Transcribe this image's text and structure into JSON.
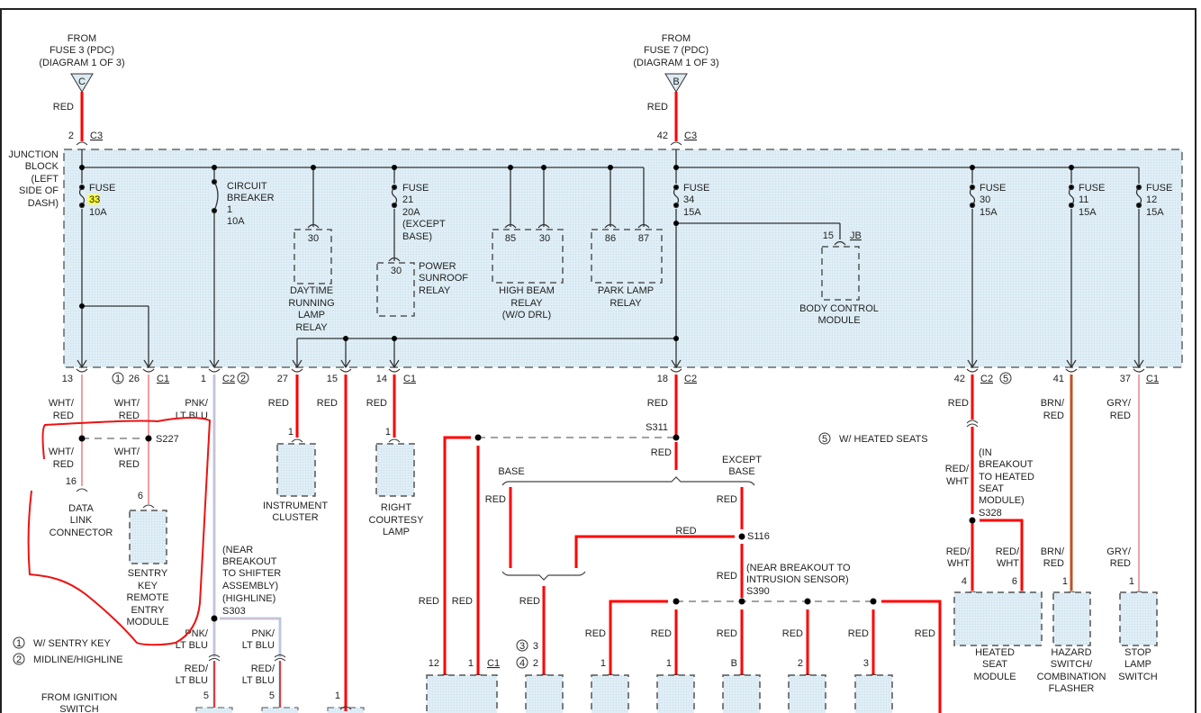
{
  "sources": {
    "left": {
      "lines": [
        "FROM",
        "FUSE 3 (PDC)",
        "(DIAGRAM 1 OF 3)"
      ],
      "marker": "C",
      "wire": "RED",
      "pin": "2",
      "connector": "C3"
    },
    "right": {
      "lines": [
        "FROM",
        "FUSE 7 (PDC)",
        "(DIAGRAM 1 OF 3)"
      ],
      "marker": "B",
      "wire": "RED",
      "pin": "42",
      "connector": "C3"
    }
  },
  "junction_block": {
    "lines": [
      "JUNCTION",
      "BLOCK",
      "(LEFT",
      "SIDE OF",
      "DASH)"
    ]
  },
  "fuses": [
    {
      "id": "fuse-33",
      "lines": [
        "FUSE",
        "33",
        "10A"
      ],
      "highlight": "33"
    },
    {
      "id": "circuit-breaker-1",
      "lines": [
        "CIRCUIT",
        "BREAKER",
        "1",
        "10A"
      ]
    },
    {
      "id": "fuse-21",
      "lines": [
        "FUSE",
        "21",
        "20A",
        "(EXCEPT",
        "BASE)"
      ]
    },
    {
      "id": "fuse-34",
      "lines": [
        "FUSE",
        "34",
        "15A"
      ]
    },
    {
      "id": "fuse-30",
      "lines": [
        "FUSE",
        "30",
        "15A"
      ]
    },
    {
      "id": "fuse-11",
      "lines": [
        "FUSE",
        "11",
        "15A"
      ]
    },
    {
      "id": "fuse-12",
      "lines": [
        "FUSE",
        "12",
        "15A"
      ]
    }
  ],
  "internal_components": [
    {
      "id": "drl-relay",
      "pins": [
        "30"
      ],
      "lines": [
        "DAYTIME",
        "RUNNING",
        "LAMP",
        "RELAY"
      ]
    },
    {
      "id": "sunroof-relay",
      "pins": [
        "30"
      ],
      "lines": [
        "POWER",
        "SUNROOF",
        "RELAY"
      ]
    },
    {
      "id": "high-beam-relay",
      "pins": [
        "85",
        "30"
      ],
      "lines": [
        "HIGH BEAM",
        "RELAY",
        "(W/O DRL)"
      ]
    },
    {
      "id": "park-lamp-relay",
      "pins": [
        "86",
        "87"
      ],
      "lines": [
        "PARK LAMP",
        "RELAY"
      ]
    },
    {
      "id": "body-control-module",
      "pins": [
        "15"
      ],
      "connector": "JB",
      "lines": [
        "BODY CONTROL",
        "MODULE"
      ]
    }
  ],
  "outputs": [
    {
      "pin": "13",
      "wire": [
        "WHT/",
        "RED"
      ]
    },
    {
      "pin": "26",
      "connector": "C1",
      "note": "1",
      "wire": [
        "WHT/",
        "RED"
      ]
    },
    {
      "pin": "1",
      "connector": "C2",
      "note": "2",
      "wire": [
        "PNK/",
        "LT BLU"
      ]
    },
    {
      "pin": "27",
      "wire": [
        "RED"
      ]
    },
    {
      "pin": "15",
      "wire": [
        "RED"
      ]
    },
    {
      "pin": "14",
      "connector": "C1",
      "wire": [
        "RED"
      ]
    },
    {
      "pin": "18",
      "connector": "C2",
      "wire": [
        "RED"
      ]
    },
    {
      "pin": "42",
      "connector": "C2",
      "note": "5",
      "wire": [
        "RED"
      ]
    },
    {
      "pin": "41",
      "wire": [
        "BRN/",
        "RED"
      ]
    },
    {
      "pin": "37",
      "connector": "C1",
      "wire": [
        "GRY/",
        "RED"
      ]
    }
  ],
  "splices": {
    "s227": "S227",
    "s303": {
      "lines": [
        "(NEAR",
        "BREAKOUT",
        "TO SHIFTER",
        "ASSEMBLY)",
        "(HIGHLINE)",
        "S303"
      ]
    },
    "s311": "S311",
    "s116": "S116",
    "s390": {
      "lines": [
        "(NEAR BREAKOUT TO",
        "INTRUSION SENSOR)",
        "S390"
      ]
    },
    "s328": {
      "lines": [
        "(IN",
        "BREAKOUT",
        "TO HEATED",
        "SEAT",
        "MODULE)",
        "S328"
      ]
    }
  },
  "wire_labels": {
    "wht_red": [
      "WHT/",
      "RED"
    ],
    "pnk_ltblu": [
      "PNK/",
      "LT BLU"
    ],
    "red_ltblu": [
      "RED/",
      "LT BLU"
    ],
    "red_wht": [
      "RED/",
      "WHT"
    ],
    "brn_red": [
      "BRN/",
      "RED"
    ],
    "gry_red": [
      "GRY/",
      "RED"
    ],
    "red": "RED",
    "base": "BASE",
    "except_base": [
      "EXCEPT",
      "BASE"
    ]
  },
  "devices": [
    {
      "id": "data-link-connector",
      "pin": "16",
      "lines": [
        "DATA",
        "LINK",
        "CONNECTOR"
      ]
    },
    {
      "id": "sentry-key-module",
      "pin": "6",
      "lines": [
        "SENTRY",
        "KEY",
        "REMOTE",
        "ENTRY",
        "MODULE"
      ]
    },
    {
      "id": "instrument-cluster",
      "pin": "1",
      "lines": [
        "INSTRUMENT",
        "CLUSTER"
      ]
    },
    {
      "id": "right-courtesy-lamp",
      "pin": "1",
      "lines": [
        "RIGHT",
        "COURTESY",
        "LAMP"
      ]
    },
    {
      "id": "heated-seat-module",
      "pins": [
        "4",
        "6"
      ],
      "lines": [
        "HEATED",
        "SEAT",
        "MODULE"
      ]
    },
    {
      "id": "hazard-switch",
      "pin": "1",
      "lines": [
        "HAZARD",
        "SWITCH/",
        "COMBINATION",
        "FLASHER"
      ]
    },
    {
      "id": "stop-lamp-switch",
      "pin": "1",
      "lines": [
        "STOP",
        "LAMP",
        "SWITCH"
      ]
    }
  ],
  "bottom_pins": {
    "ign_a": "5",
    "ign_b": "5",
    "pin15_dev": "1",
    "c1_a": "12",
    "c1_b": "1",
    "c1_conn": "C1",
    "note3_pin": "3",
    "note4_pin": "2",
    "d1": "1",
    "d2": "1",
    "d3": "B",
    "d4": "2",
    "d5": "3"
  },
  "notes": [
    {
      "num": "1",
      "text": "W/ SENTRY KEY"
    },
    {
      "num": "2",
      "text": "MIDLINE/HIGHLINE"
    },
    {
      "num": "3",
      "text": ""
    },
    {
      "num": "4",
      "text": ""
    },
    {
      "num": "5",
      "text": "W/ HEATED SEATS"
    }
  ],
  "from_ignition": [
    "FROM IGNITION",
    "SWITCH"
  ],
  "colors": {
    "red_wire": "#ff0000",
    "block_fill": "#dcecf4",
    "annotation": "#ee1111",
    "pnk": "#f0a8b8",
    "ltblu": "#a8d8f0",
    "brn": "#a0621e",
    "gry_red": "#e6a8a8",
    "highlight": "#ffff33"
  }
}
